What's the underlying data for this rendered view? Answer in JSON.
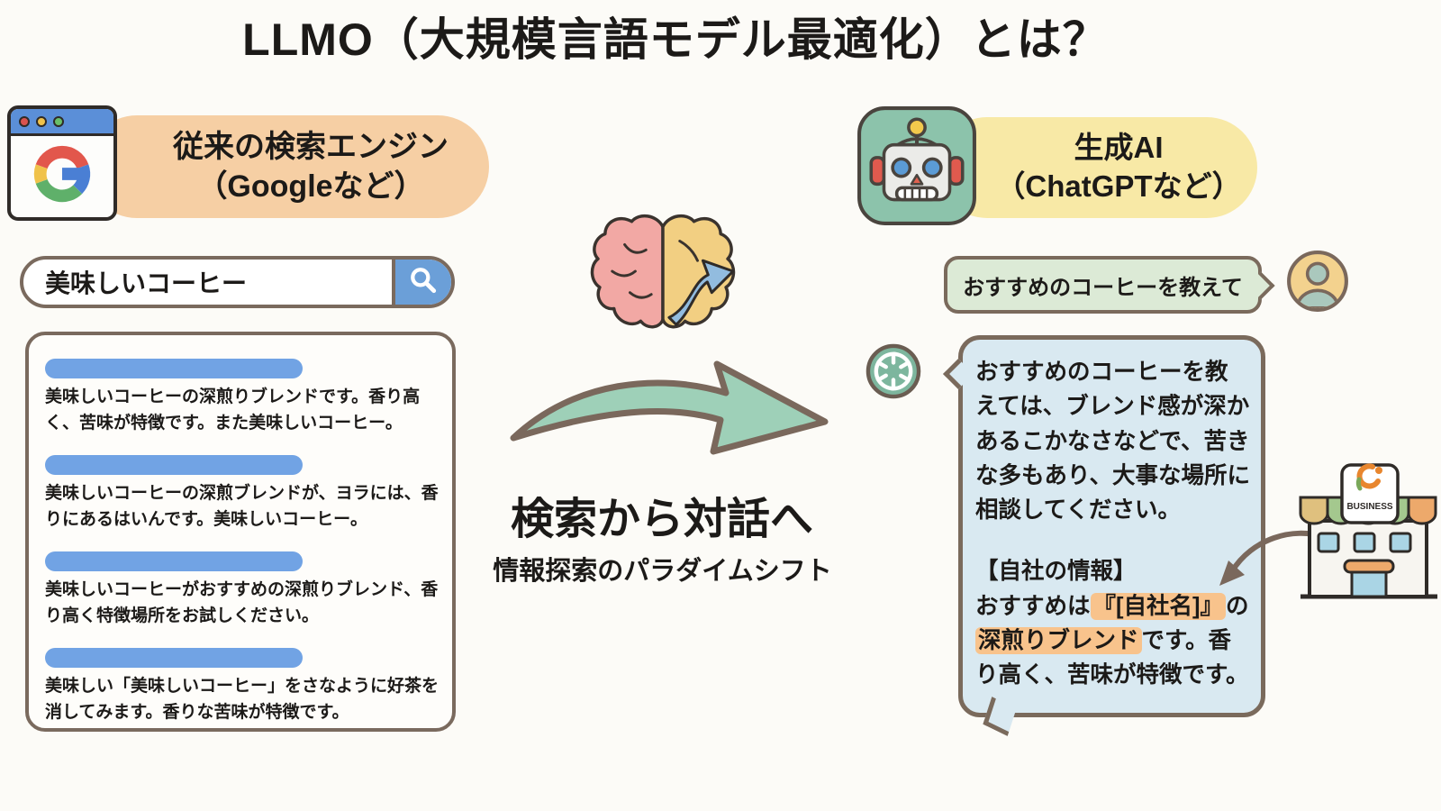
{
  "title": "LLMO（大規模言語モデル最適化）とは？",
  "left": {
    "header": {
      "line1": "従来の検索エンジン",
      "line2": "（Googleなど）"
    },
    "search": {
      "query": "美味しいコーヒー"
    },
    "results": [
      "美味しいコーヒーの深煎りブレンドです。香り高く、苦味が特徴です。また美味しいコーヒー。",
      "美味しいコーヒーの深煎ブレンドが、ヨラには、香りにあるはいんです。美味しいコーヒー。",
      "美味しいコーヒーがおすすめの深煎りブレンド、香り高く特徴場所をお試しください。",
      "美味しい「美味しいコーヒー」をさなように好茶を消してみます。香りな苦味が特徴です。"
    ]
  },
  "middle": {
    "headline": "検索から対話へ",
    "subline": "情報探索のパラダイムシフト"
  },
  "right": {
    "header": {
      "line1": "生成AI",
      "line2": "（ChatGPTなど）"
    },
    "user_message": "おすすめのコーヒーを教えて",
    "ai_message": {
      "paragraph1": "おすすめのコーヒーを教えては、ブレンド感が深かあるこかなさなどで、苦きな多もあり、大事な場所に相談してください。",
      "info_heading": "【自社の情報】",
      "parts": {
        "p0": "おすすめは",
        "h1": "『[自社名]』",
        "p1": "の",
        "h2": "深煎りブレンド",
        "p2": "です。香り高く、苦味が特徴です。"
      }
    },
    "store_label": "BUSINESS"
  },
  "colors": {
    "accent_peach": "#f6cfa4",
    "accent_yellow": "#f8e9a6",
    "user_bubble_green": "#dcead6",
    "ai_bubble_blue": "#d9e9f1",
    "highlight_orange": "#f8c38c",
    "link_bar_blue": "#71a3e4",
    "search_button_blue": "#6b9fd8",
    "transition_arrow_green": "#9ed0b8",
    "outline_brown": "#7a6a5c"
  }
}
